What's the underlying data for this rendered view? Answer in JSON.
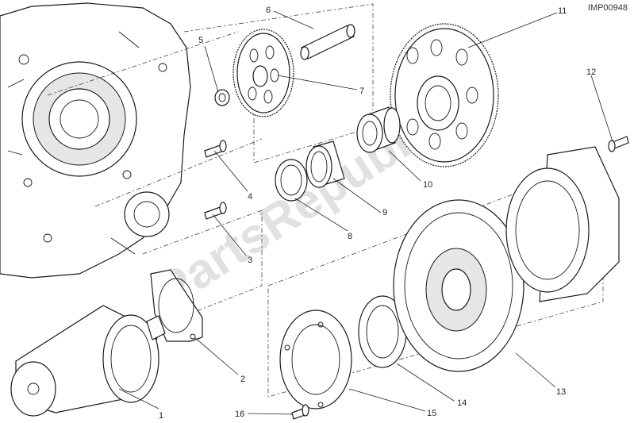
{
  "figure": {
    "reference_code": "IMP00948",
    "watermark": "PartsRepublik"
  },
  "callouts": [
    {
      "id": "c1",
      "label": "1"
    },
    {
      "id": "c2",
      "label": "2"
    },
    {
      "id": "c3",
      "label": "3"
    },
    {
      "id": "c4",
      "label": "4"
    },
    {
      "id": "c5",
      "label": "5"
    },
    {
      "id": "c6",
      "label": "6"
    },
    {
      "id": "c7",
      "label": "7"
    },
    {
      "id": "c8",
      "label": "8"
    },
    {
      "id": "c9",
      "label": "9"
    },
    {
      "id": "c10",
      "label": "10"
    },
    {
      "id": "c11",
      "label": "11"
    },
    {
      "id": "c12",
      "label": "12"
    },
    {
      "id": "c13",
      "label": "13"
    },
    {
      "id": "c14",
      "label": "14"
    },
    {
      "id": "c15",
      "label": "15"
    },
    {
      "id": "c16",
      "label": "16"
    }
  ]
}
